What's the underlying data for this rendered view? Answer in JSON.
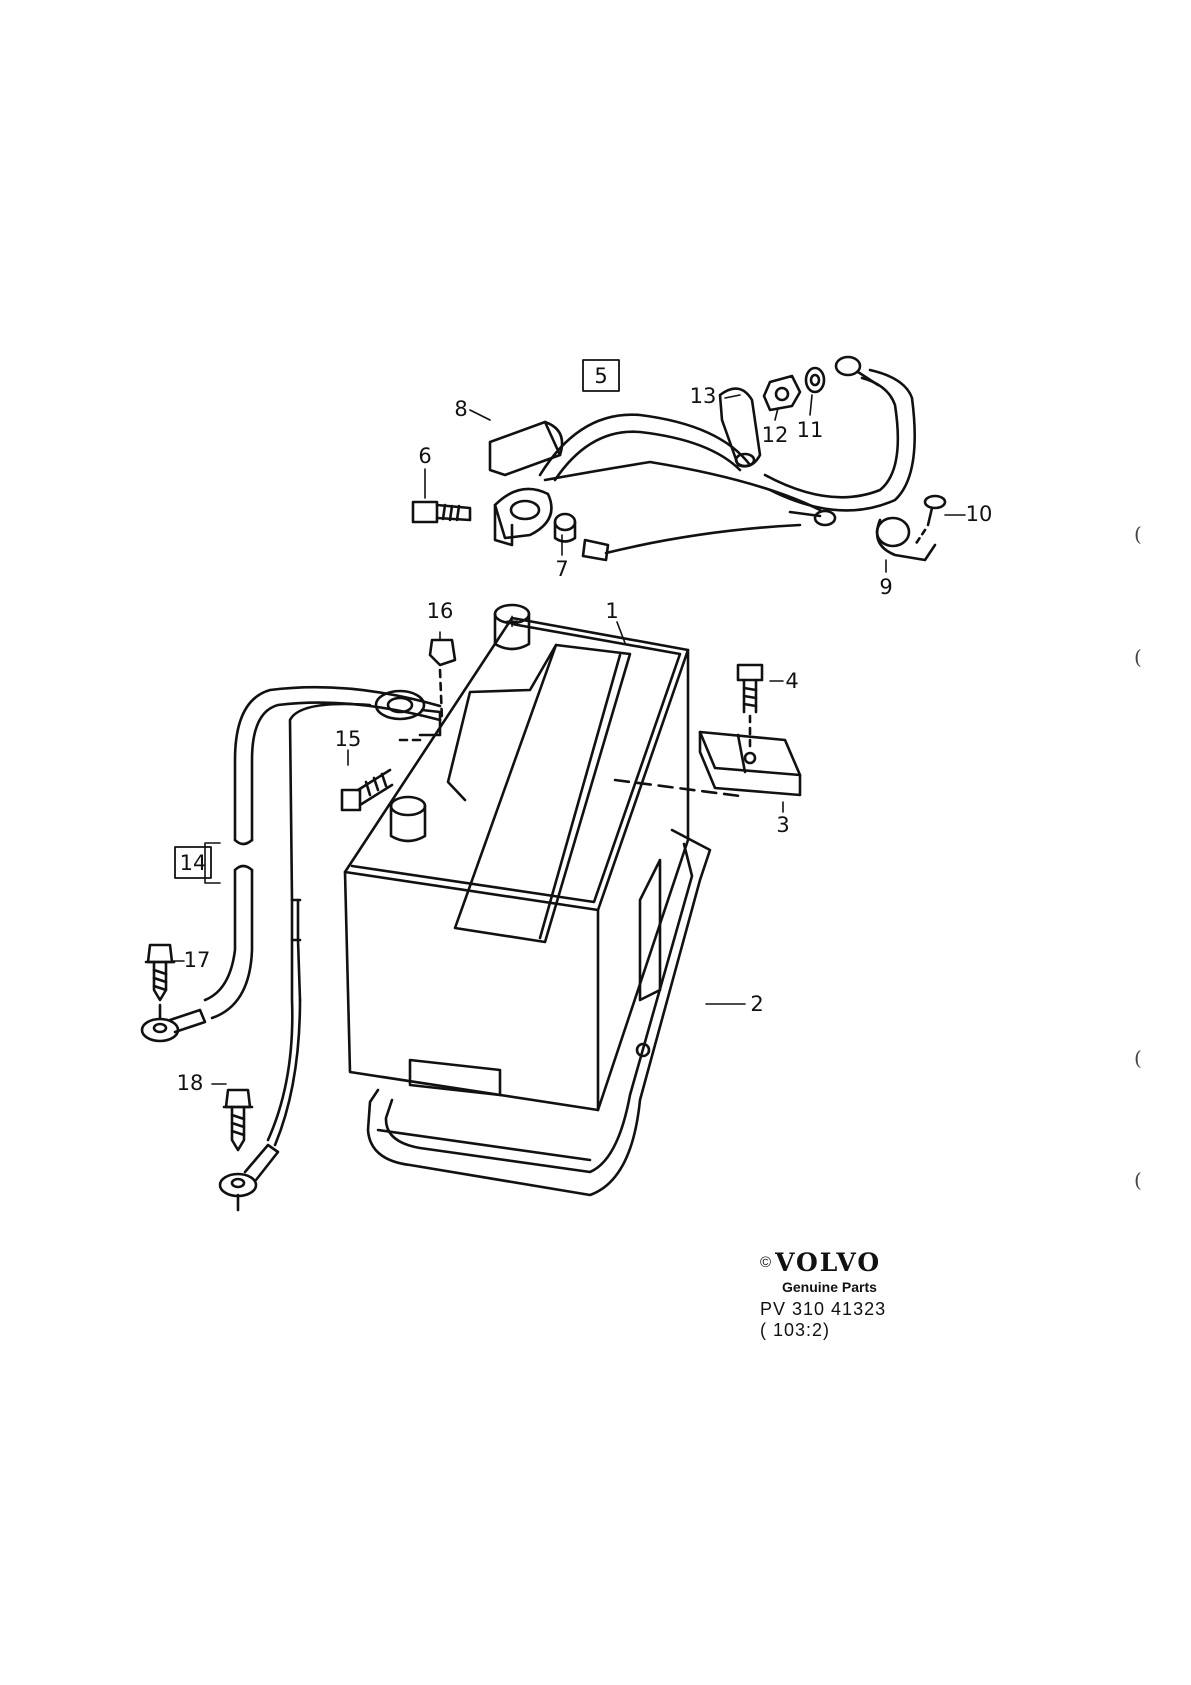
{
  "diagram": {
    "callouts": {
      "c1": "1",
      "c2": "2",
      "c3": "3",
      "c4": "4",
      "c5": "5",
      "c6": "6",
      "c7": "7",
      "c8": "8",
      "c9": "9",
      "c10": "10",
      "c11": "11",
      "c12": "12",
      "c13": "13",
      "c14": "14",
      "c15": "15",
      "c16": "16",
      "c17": "17",
      "c18": "18"
    },
    "terminal_symbol": "+"
  },
  "caption": {
    "copyright": "©",
    "brand": "VOLVO",
    "subtitle": "Genuine Parts",
    "reference": "PV 310 41323",
    "reference2": "( 103:2)"
  },
  "margin_marks": [
    "(",
    "(",
    "(",
    "("
  ]
}
